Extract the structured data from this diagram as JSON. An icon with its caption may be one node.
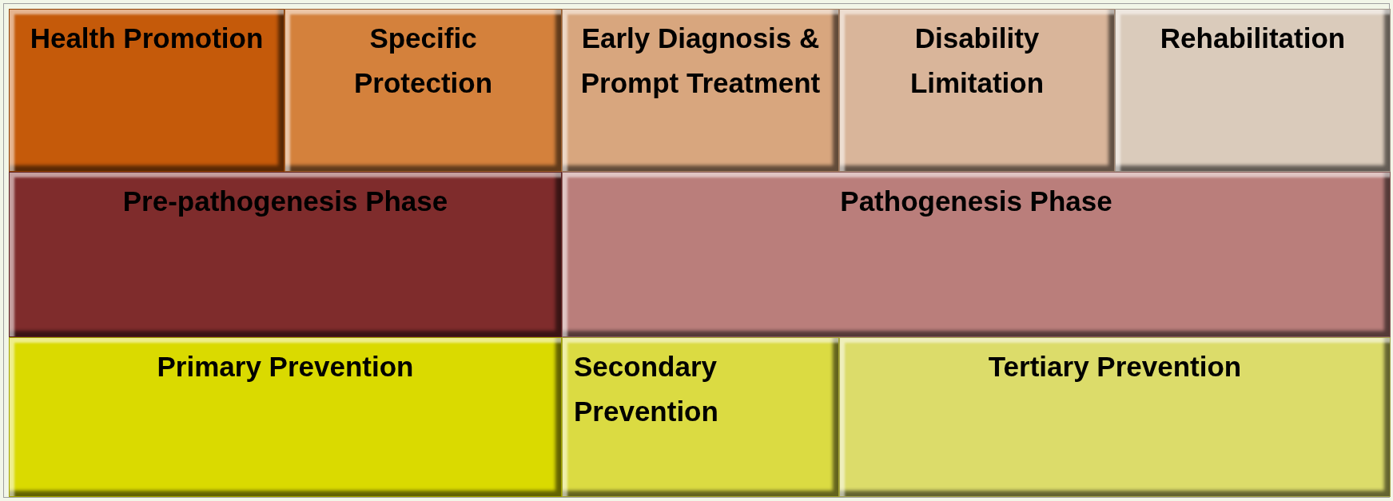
{
  "diagram": {
    "nodes": [
      {
        "text": [
          "Health Promotion"
        ]
      },
      {
        "text": [
          "Specific Protection"
        ]
      },
      {
        "text": [
          "Early Diagnosis & Prompt Treatment"
        ]
      },
      {
        "text": [
          "Disability Limitation"
        ]
      },
      {
        "text": [
          "Rehabilitation"
        ]
      },
      {
        "text": [
          "Pre-pathogenesis Phase"
        ]
      },
      {
        "text": [
          "Pathogenesis Phase"
        ]
      },
      {
        "text": [
          "Primary Prevention"
        ]
      },
      {
        "text": [
          "Secondary Prevention"
        ]
      },
      {
        "text": [
          "Tertiary Prevention"
        ]
      }
    ]
  }
}
